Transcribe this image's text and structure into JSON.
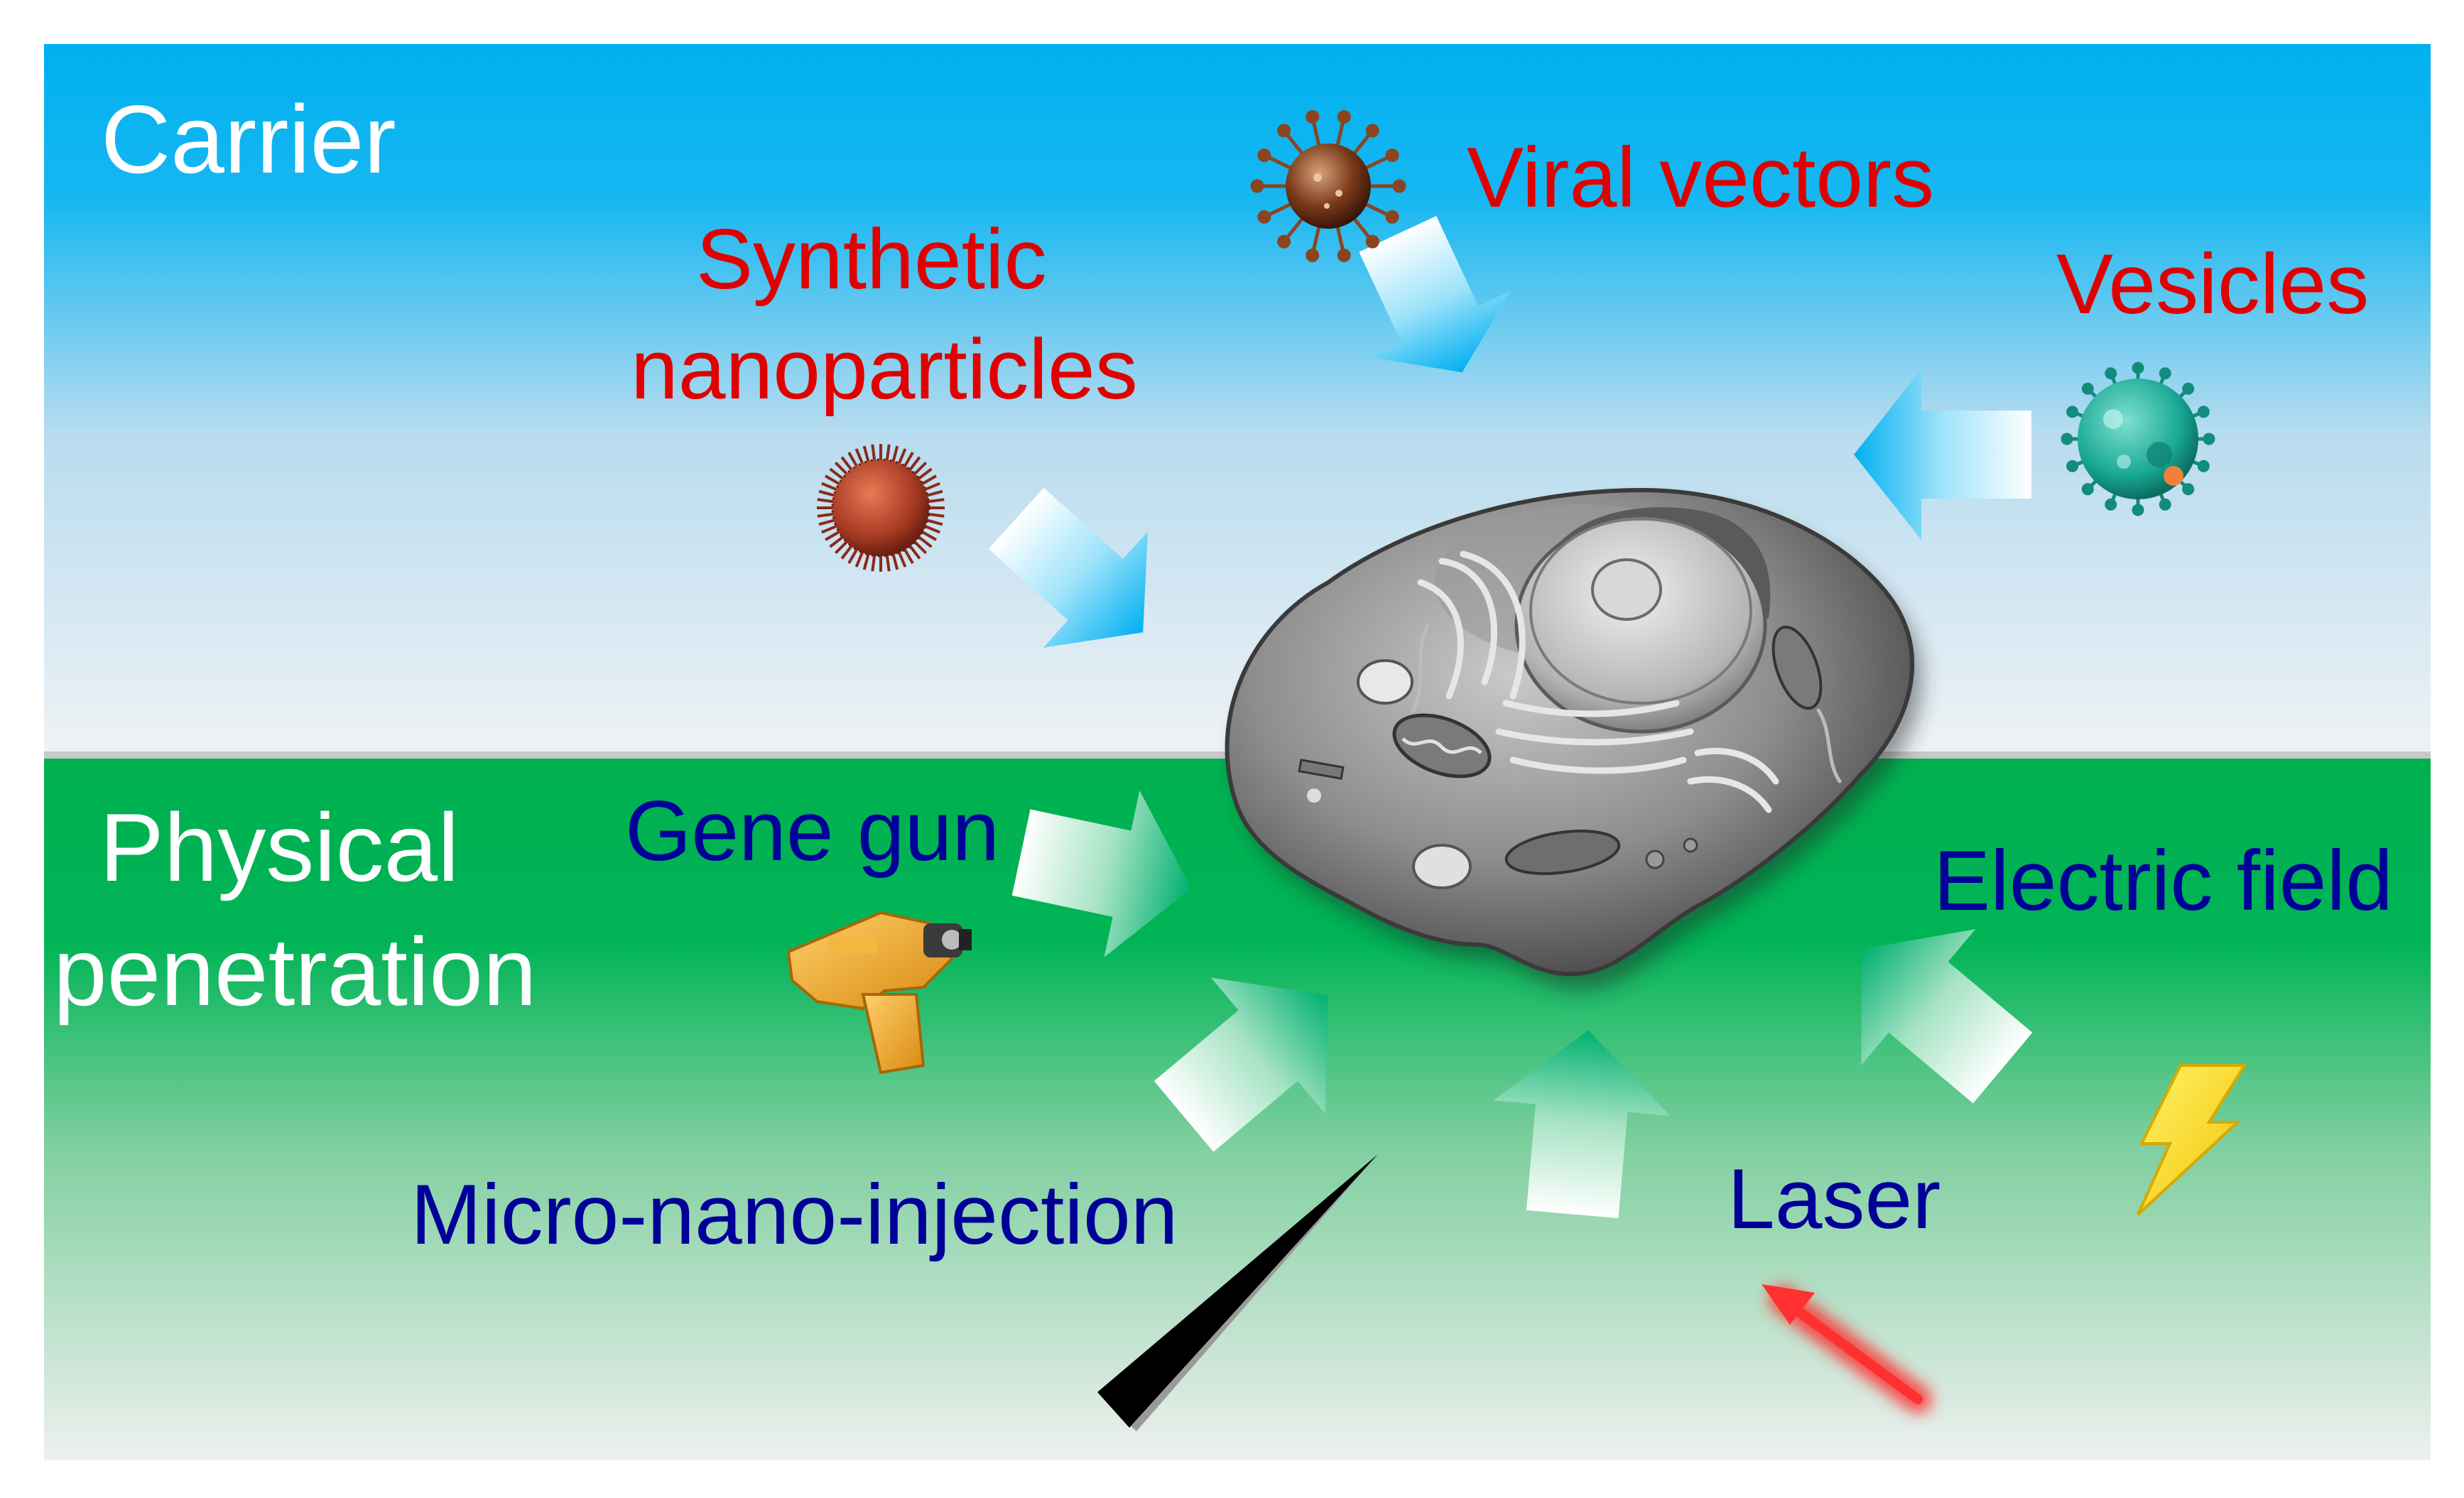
{
  "sections": {
    "carrier": {
      "label": "Carrier"
    },
    "physical": {
      "label_line1": "Physical",
      "label_line2": "penetration"
    }
  },
  "carrier_methods": {
    "synthetic": {
      "line1": "Synthetic",
      "line2": "nanoparticles"
    },
    "viral": {
      "label": "Viral vectors"
    },
    "vesicles": {
      "label": "Vesicles"
    }
  },
  "physical_methods": {
    "gene_gun": {
      "label": "Gene gun"
    },
    "electric": {
      "label": "Electric field"
    },
    "micro": {
      "label": "Micro-nano-injection"
    },
    "laser": {
      "label": "Laser"
    }
  },
  "colors": {
    "carrier_top": "#00b0f0",
    "carrier_bottom": "#eef2f5",
    "physical_top": "#00b050",
    "physical_bottom": "#eef0ef",
    "carrier_text": "#e00000",
    "physical_text": "#000099",
    "arrow_blue": "#00b0f0",
    "arrow_green": "#00b050"
  },
  "icons": {
    "center": "animal-cell-icon",
    "synthetic": "nanoparticle-icon",
    "viral": "virus-icon",
    "vesicles": "vesicle-icon",
    "gene_gun": "gene-gun-icon",
    "electric": "lightning-bolt-icon",
    "micro": "needle-icon",
    "laser": "laser-beam-icon"
  }
}
